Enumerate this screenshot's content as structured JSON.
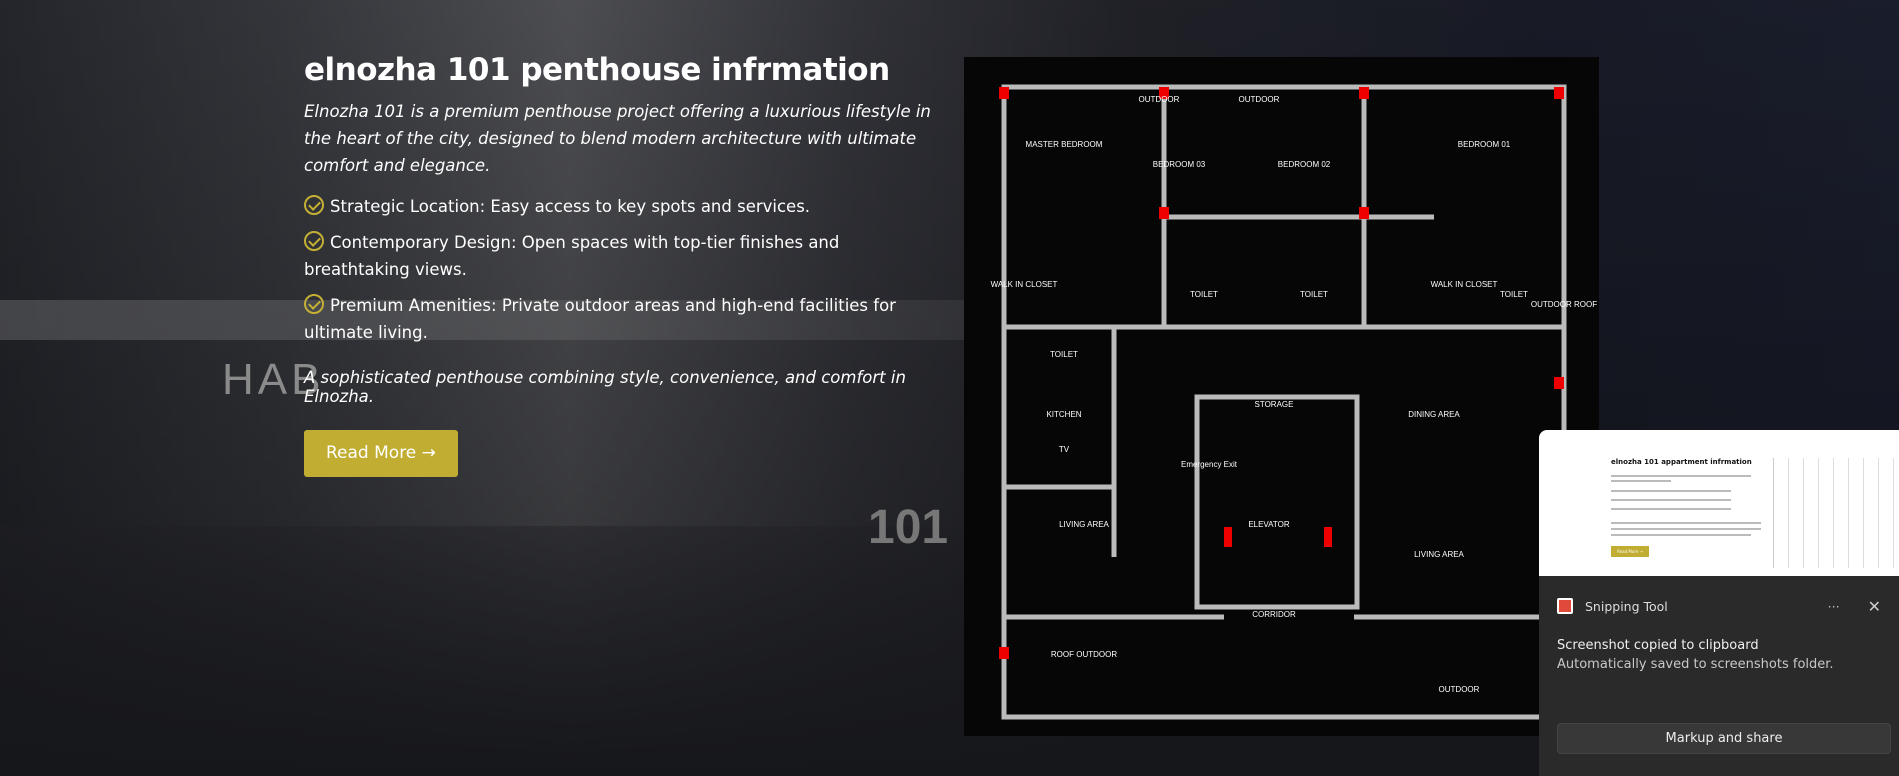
{
  "hero": {
    "title": "elnozha 101 penthouse infrmation",
    "intro": "Elnozha 101 is a premium penthouse project offering a luxurious lifestyle in the heart of the city, designed to blend modern architecture with ultimate comfort and elegance.",
    "features": [
      "Strategic Location: Easy access to key spots and services.",
      "Contemporary Design: Open spaces with top-tier finishes and breathtaking views.",
      "Premium Amenities: Private outdoor areas and high-end facilities for ultimate living."
    ],
    "tagline": "A sophisticated penthouse combining style, convenience, and comfort in Elnozha.",
    "read_more_label": "Read More →",
    "accent": "#c0ad31"
  },
  "background": {
    "sign": "HAB",
    "number": "101"
  },
  "floor_plan": {
    "rooms": [
      "MASTER BEDROOM",
      "OUTDOOR",
      "OUTDOOR",
      "BEDROOM 03",
      "BEDROOM 02",
      "BEDROOM 01",
      "WALK IN CLOSET",
      "TOILET",
      "TOILET",
      "TOILET",
      "WALK IN CLOSET",
      "TOILET",
      "OUTDOOR ROOF",
      "STORAGE",
      "KITCHEN",
      "DINING AREA",
      "TV",
      "LIVING AREA",
      "ELEVATOR",
      "LIVING AREA",
      "CORRIDOR",
      "ROOF OUTDOOR",
      "OUTDOOR",
      "Emergency Exit"
    ]
  },
  "toast": {
    "thumb_title": "elnozha 101 appartment infrmation",
    "thumb_button": "Read More →",
    "app_name": "Snipping Tool",
    "more_label": "···",
    "close_label": "✕",
    "message": "Screenshot copied to clipboard",
    "sub_message": "Automatically saved to screenshots folder.",
    "action_label": "Markup and share"
  }
}
